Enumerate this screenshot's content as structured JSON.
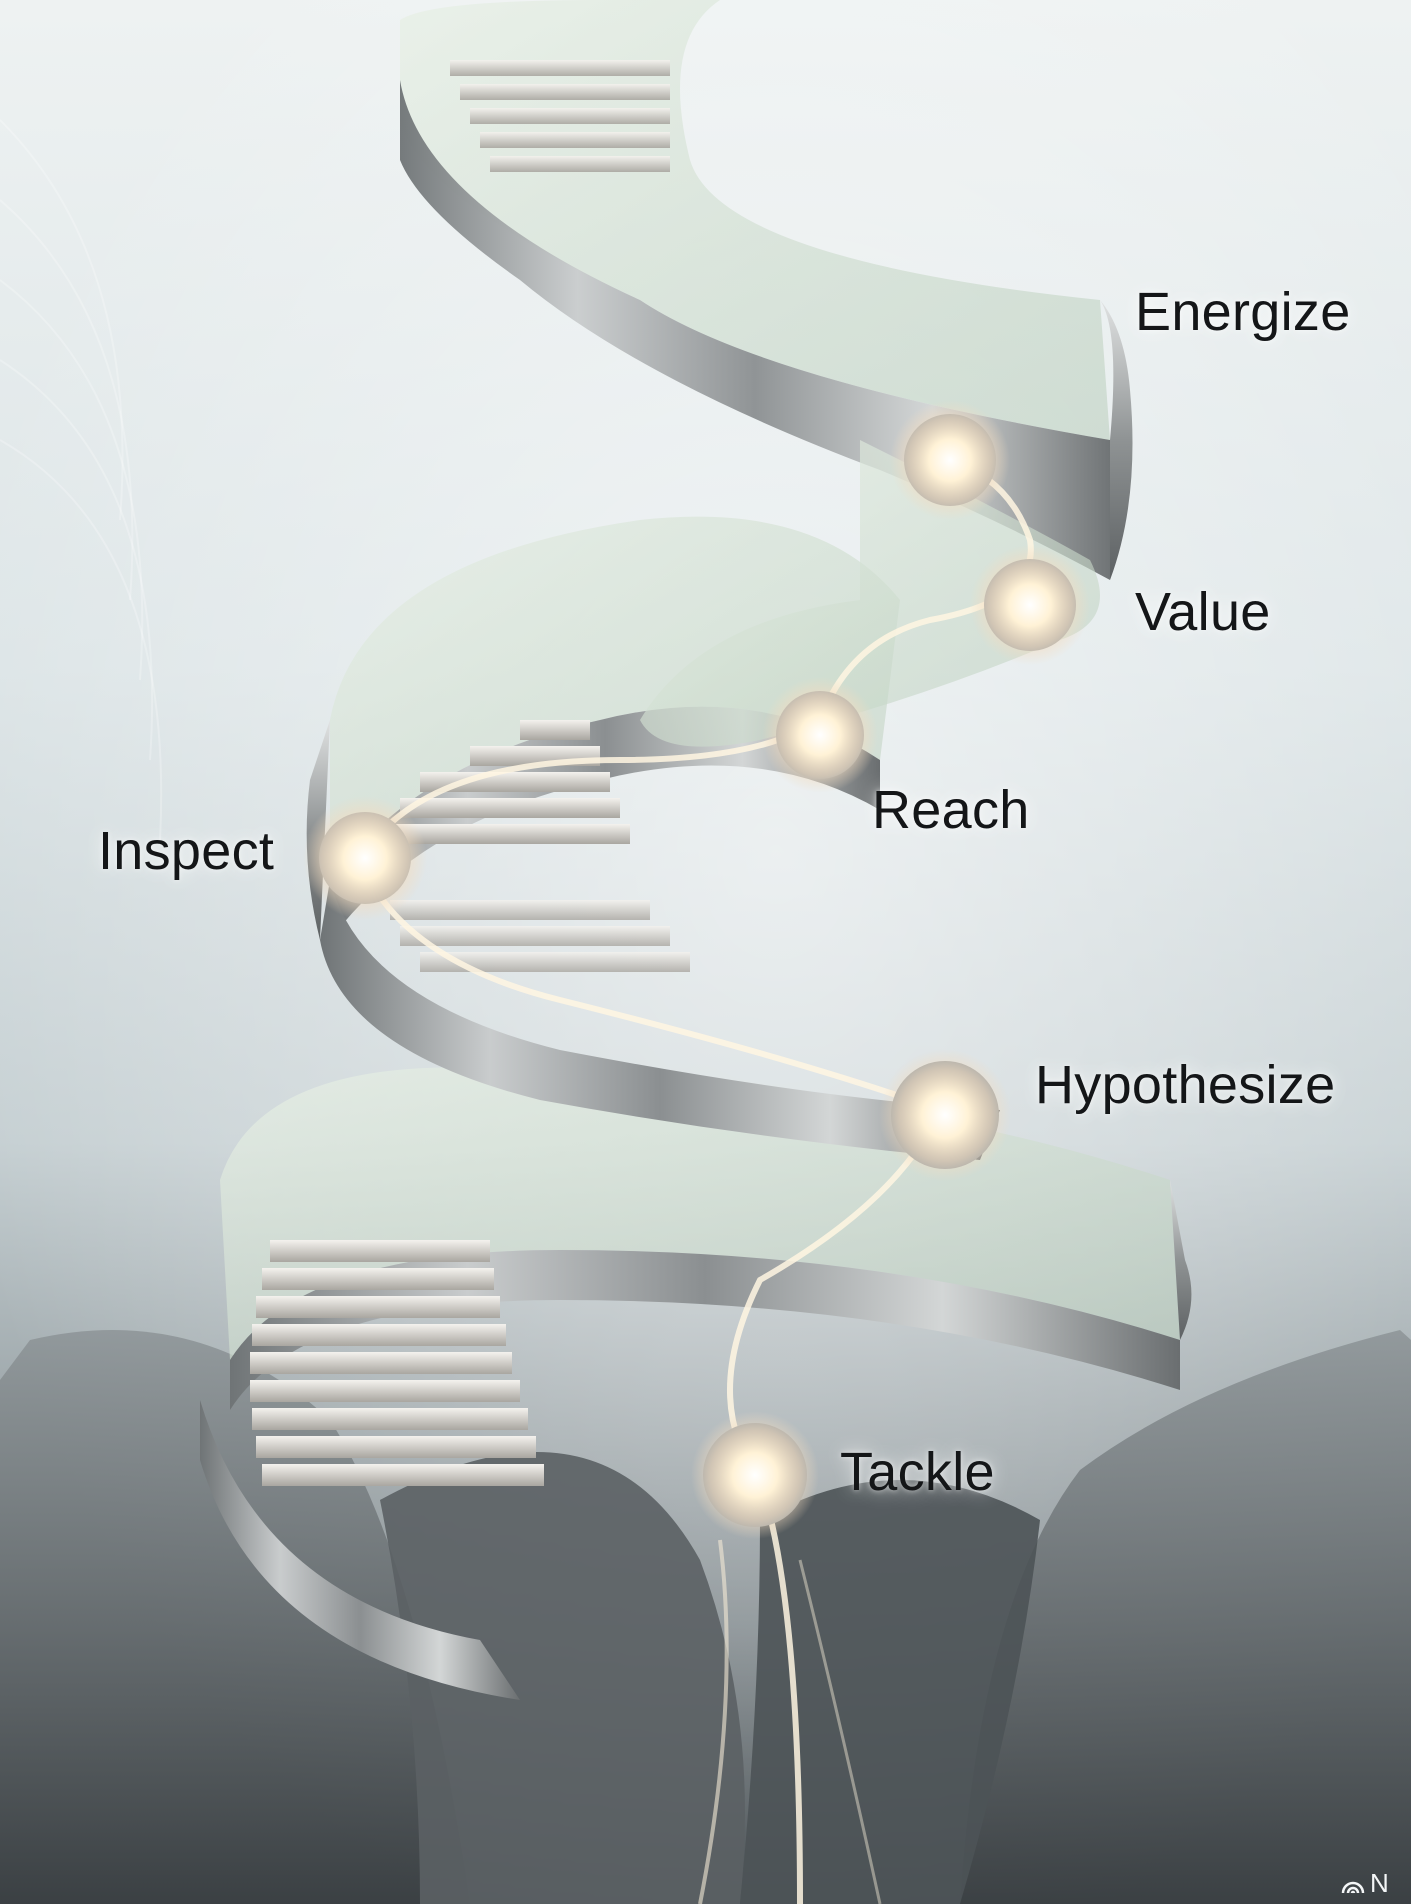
{
  "stages": [
    {
      "key": "energize",
      "label": "Energize"
    },
    {
      "key": "value",
      "label": "Value"
    },
    {
      "key": "reach",
      "label": "Reach"
    },
    {
      "key": "inspect",
      "label": "Inspect"
    },
    {
      "key": "hypothesize",
      "label": "Hypothesize"
    },
    {
      "key": "tackle",
      "label": "Tackle"
    }
  ],
  "watermark": {
    "icon": "rainbow-arc-icon",
    "text": "N"
  },
  "colors": {
    "background_top": "#f1f4f4",
    "background_bottom": "#3e4448",
    "metal": "#9a9d9e",
    "glass_tint": "#d8e6d8",
    "glow": "#fff3dc",
    "label_text": "#141618"
  }
}
